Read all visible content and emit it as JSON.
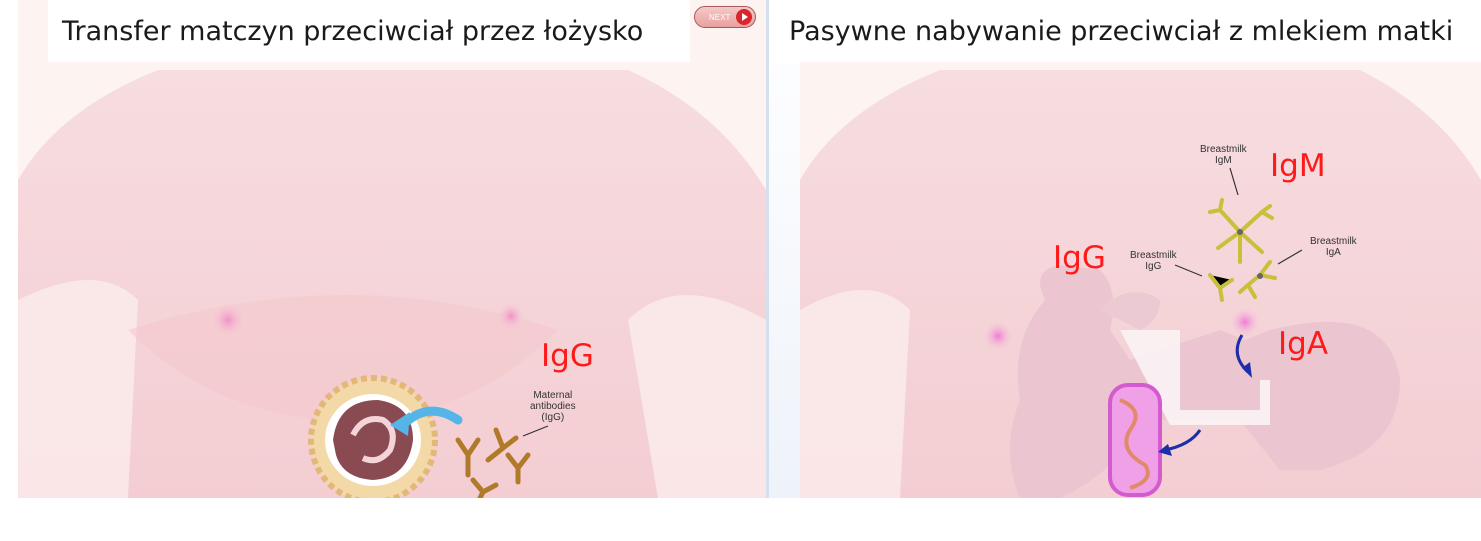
{
  "left": {
    "title": "Transfer matczyn przeciwciał przez łożysko",
    "label_igg": "IgG",
    "maternal_label": [
      "Maternal",
      "antibodies",
      "(IgG)"
    ]
  },
  "right": {
    "title": "Pasywne nabywanie przeciwciał z mlekiem matki",
    "label_igg": "IgG",
    "label_igm": "IgM",
    "label_iga": "IgA",
    "breastmilk_igm": [
      "Breastmilk",
      "IgM"
    ],
    "breastmilk_igg": [
      "Breastmilk",
      "IgG"
    ],
    "breastmilk_iga": [
      "Breastmilk",
      "IgA"
    ]
  },
  "next_button": {
    "label": "NEXT"
  },
  "colors": {
    "igg_label": "#ff1a1a",
    "skin": "#f6d4d7",
    "antibody_brown": "#b07a2a",
    "antibody_yellow": "#c8c03a",
    "arrow_blue": "#1c2fa8",
    "gut_pink": "#e070e0"
  }
}
